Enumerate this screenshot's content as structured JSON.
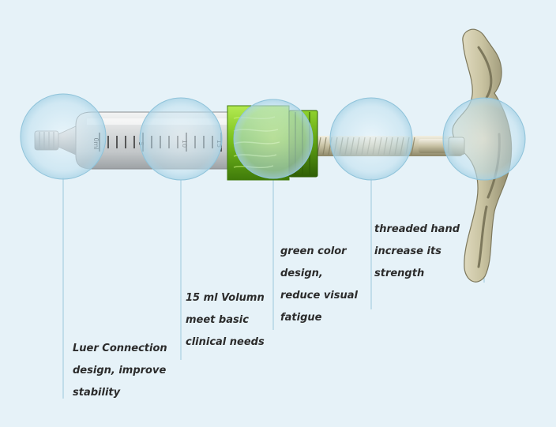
{
  "captions": {
    "luer": [
      "Luer Connection",
      "design, improve",
      "stability"
    ],
    "volume": [
      "15 ml Volumn",
      "meet basic",
      "clinical needs"
    ],
    "green": [
      "green color",
      "design,",
      "reduce visual",
      "fatigue"
    ],
    "threaded": [
      "threaded hand",
      "increase its",
      "strength"
    ]
  },
  "scale_labels": [
    "0ml",
    "5",
    "10",
    "15"
  ],
  "colors": {
    "background": "#e6f2f8",
    "callout_circle": "#bfe0ef",
    "callout_line": "#9cc8dc",
    "green_collar": "#7ac21e",
    "handle": "#c9c3a1",
    "text": "#2b2b2b"
  }
}
